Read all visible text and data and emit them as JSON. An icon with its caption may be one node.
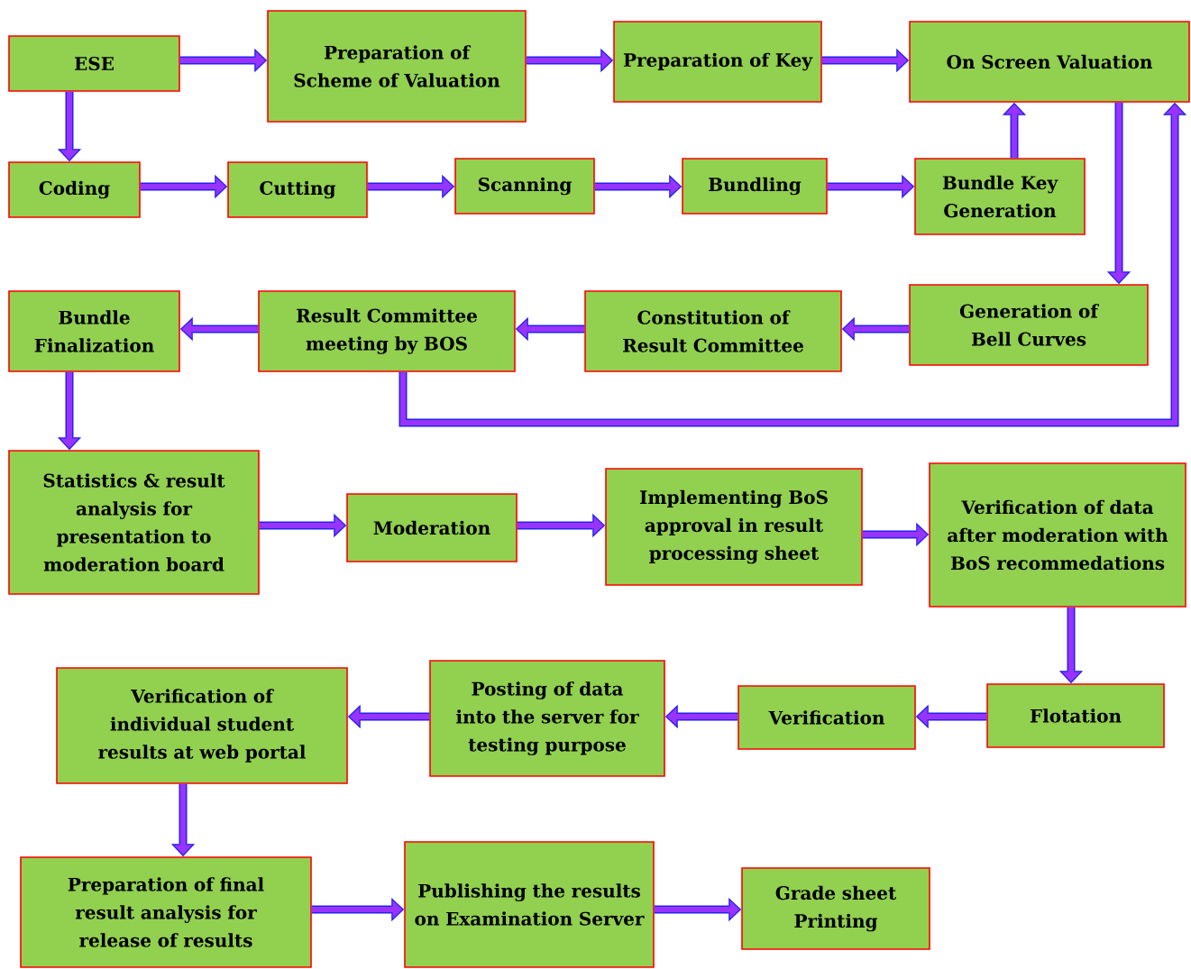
{
  "diagram": {
    "nodes": [
      {
        "text": [
          "ESE"
        ]
      },
      {
        "text": [
          "Preparation of Scheme of Valuation"
        ]
      },
      {
        "text": [
          "Preparation of Key"
        ]
      },
      {
        "text": [
          "On Screen Valuation"
        ]
      },
      {
        "text": [
          "Coding"
        ]
      },
      {
        "text": [
          "Cutting"
        ]
      },
      {
        "text": [
          "Scanning"
        ]
      },
      {
        "text": [
          "Bundling"
        ]
      },
      {
        "text": [
          "Bundle Key Generation"
        ]
      },
      {
        "text": [
          "Bundle Finalization"
        ]
      },
      {
        "text": [
          "Result Committee meeting by BOS"
        ]
      },
      {
        "text": [
          "Constitution of Result Committee"
        ]
      },
      {
        "text": [
          "Generation of Bell Curves"
        ]
      },
      {
        "text": [
          "Statistics & result analysis for presentation to moderation board"
        ]
      },
      {
        "text": [
          "Moderation"
        ]
      },
      {
        "text": [
          "Implementing BoS approval in result processing sheet"
        ]
      },
      {
        "text": [
          "Verification of data after moderation with BoS recommedations"
        ]
      },
      {
        "text": [
          "Verification of individual student results at web portal"
        ]
      },
      {
        "text": [
          "Posting of data into the server for testing purpose"
        ]
      },
      {
        "text": [
          "Verification"
        ]
      },
      {
        "text": [
          "Flotation"
        ]
      },
      {
        "text": [
          "Preparation of final result analysis for release of results"
        ]
      },
      {
        "text": [
          "Publishing the results on Examination Server"
        ]
      },
      {
        "text": [
          "Grade sheet Printing"
        ]
      }
    ],
    "edges": [
      {
        "from": 0,
        "to": 1,
        "arrow": "to"
      },
      {
        "from": 1,
        "to": 2,
        "arrow": "to"
      },
      {
        "from": 2,
        "to": 3,
        "arrow": "to"
      },
      {
        "from": 0,
        "to": 4,
        "arrow": "to"
      },
      {
        "from": 4,
        "to": 5,
        "arrow": "to"
      },
      {
        "from": 5,
        "to": 6,
        "arrow": "to"
      },
      {
        "from": 6,
        "to": 7,
        "arrow": "to"
      },
      {
        "from": 7,
        "to": 8,
        "arrow": "to"
      },
      {
        "from": 8,
        "to": 3,
        "arrow": "to"
      },
      {
        "from": 3,
        "to": 12,
        "arrow": "to"
      },
      {
        "from": 12,
        "to": 11,
        "arrow": "to"
      },
      {
        "from": 11,
        "to": 10,
        "arrow": "to"
      },
      {
        "from": 10,
        "to": 9,
        "arrow": "to"
      },
      {
        "from": 10,
        "to": 3,
        "arrow": "to"
      },
      {
        "from": 9,
        "to": 13,
        "arrow": "to"
      },
      {
        "from": 13,
        "to": 14,
        "arrow": "to"
      },
      {
        "from": 14,
        "to": 15,
        "arrow": "to"
      },
      {
        "from": 15,
        "to": 16,
        "arrow": "to"
      },
      {
        "from": 16,
        "to": 20,
        "arrow": "to"
      },
      {
        "from": 20,
        "to": 19,
        "arrow": "to"
      },
      {
        "from": 19,
        "to": 18,
        "arrow": "to"
      },
      {
        "from": 18,
        "to": 17,
        "arrow": "to"
      },
      {
        "from": 17,
        "to": 21,
        "arrow": "to"
      },
      {
        "from": 21,
        "to": 22,
        "arrow": "to"
      },
      {
        "from": 22,
        "to": 23,
        "arrow": "to"
      }
    ]
  }
}
